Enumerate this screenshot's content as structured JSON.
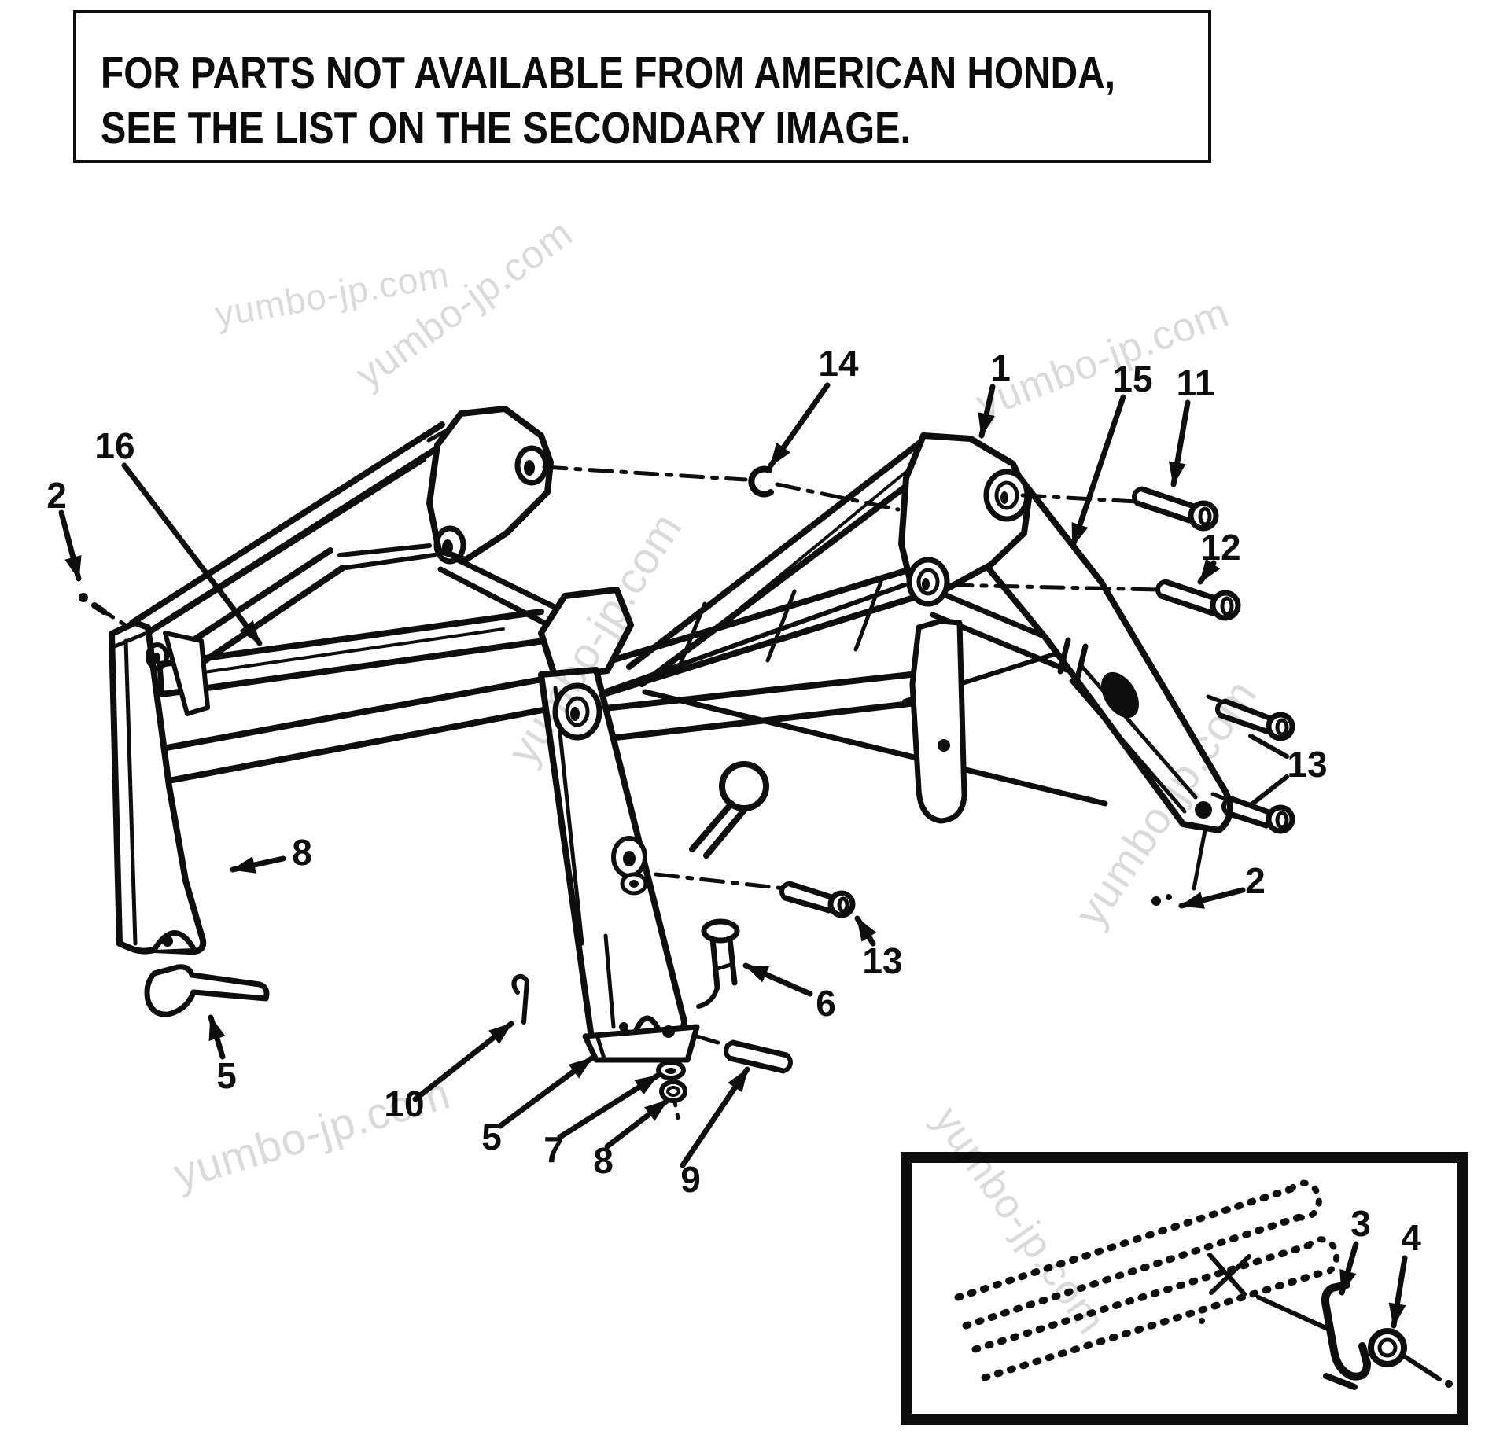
{
  "notice": {
    "line1": "FOR PARTS NOT AVAILABLE FROM AMERICAN HONDA,",
    "line2": "SEE THE LIST ON THE SECONDARY IMAGE."
  },
  "watermark": {
    "text": "yumbo-jp.com",
    "color": "#d6d6d6"
  },
  "ink_color": "#0e0e0e",
  "callouts": {
    "n1": "1",
    "n2_left": "2",
    "n2_right": "2",
    "n3": "3",
    "n4": "4",
    "n5_left": "5",
    "n5_center": "5",
    "n6": "6",
    "n7": "7",
    "n8_left": "8",
    "n8_center": "8",
    "n9": "9",
    "n10": "10",
    "n11": "11",
    "n12": "12",
    "n13_center": "13",
    "n13_right": "13",
    "n14": "14",
    "n15": "15",
    "n16": "16"
  }
}
